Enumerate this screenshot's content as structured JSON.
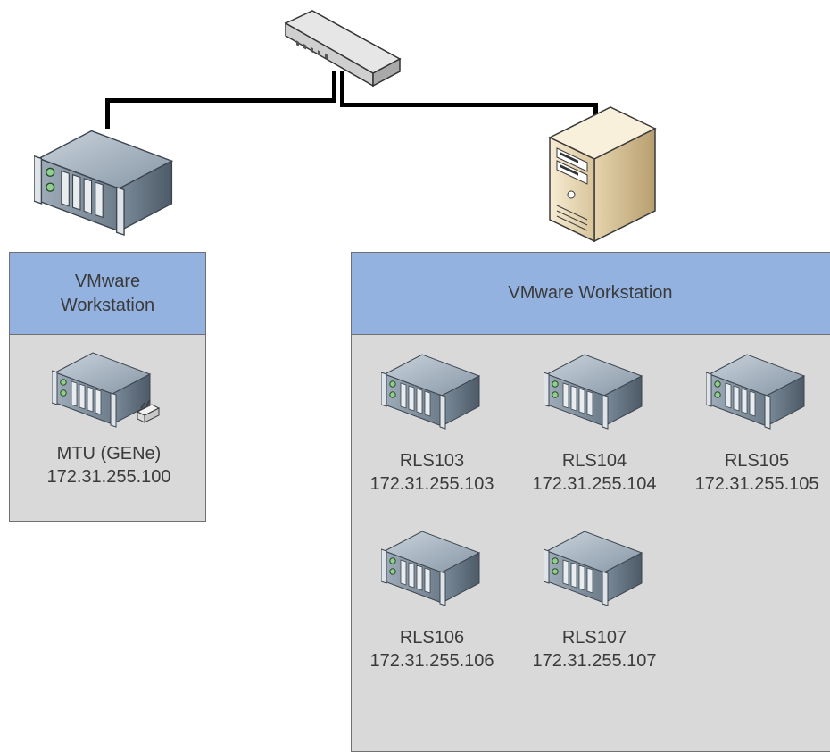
{
  "left_host": {
    "header": "VMware\nWorkstation",
    "header_line1": "VMware",
    "header_line2": "Workstation",
    "vm": {
      "name": "MTU (GENe)",
      "ip": "172.31.255.100",
      "icon": "rack-server-with-plug-icon"
    }
  },
  "right_host": {
    "header": "VMware Workstation",
    "vms": [
      {
        "name": "RLS103",
        "ip": "172.31.255.103",
        "icon": "rack-server-icon"
      },
      {
        "name": "RLS104",
        "ip": "172.31.255.104",
        "icon": "rack-server-icon"
      },
      {
        "name": "RLS105",
        "ip": "172.31.255.105",
        "icon": "rack-server-icon"
      },
      {
        "name": "RLS106",
        "ip": "172.31.255.106",
        "icon": "rack-server-icon"
      },
      {
        "name": "RLS107",
        "ip": "172.31.255.107",
        "icon": "rack-server-icon"
      }
    ]
  },
  "devices": {
    "switch_icon": "network-switch-icon",
    "left_server_icon": "rack-server-icon",
    "right_server_icon": "tower-server-icon"
  },
  "colors": {
    "panel_header": "#93b2e0",
    "panel_body": "#d9d9d9",
    "wire": "#000000"
  }
}
